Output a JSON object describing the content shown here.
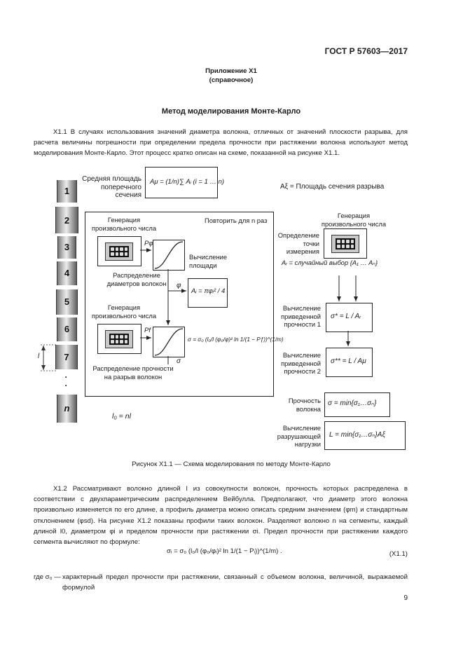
{
  "header": {
    "standard": "ГОСТ Р 57603—2017"
  },
  "appendix": {
    "title": "Приложение Х1",
    "subtitle": "(справочное)"
  },
  "section_title": "Метод моделирования Монте-Карло",
  "para_x11": "Х1.1  В случаях использования значений диаметра волокна, отличных от значений плоскости разрыва, для расчета величины погрешности при определении предела прочности при растяжении волокна используют метод моделирования Монте-Карло. Этот процесс кратко описан на схеме, показанной на рисунке Х1.1.",
  "diagram": {
    "segments": [
      "1",
      "2",
      "3",
      "4",
      "5",
      "6",
      "7",
      "n"
    ],
    "dots": "·\n·",
    "segment_length": "l",
    "fiber_length": "l₀ = nl",
    "avg_area_label": "Средняя площадь поперечного сечения",
    "avg_area_formula": "Aμ = (1/n)∑ Aᵢ (i = 1 … n)",
    "rupture_area_label": "Aξ = Площадь сечения разрыва",
    "repeat_label": "Повторить для n раз",
    "rng_label_1": "Генерация произвольного числа",
    "p_phi": "Pφ",
    "area_calc_label": "Вычисление площади",
    "diam_dist_label": "Распределение диаметров волокон",
    "phi": "φ",
    "area_formula": "Aᵢ = πφᵢ² / 4",
    "rng_label_2": "Генерация произвольного числа",
    "p_f": "Pf",
    "sigma_formula": "σ = σ₀ (l₀/l (φ₀/φ)² ln 1/(1 − Pƒ))^(1/m)",
    "sigma": "σ",
    "strength_dist_label": "Распределение прочности на разрыв волокон",
    "rng_label_3": "Генерация произвольного числа",
    "measure_point_label": "Определение точки измерения",
    "random_pick": "Aᵣ = случайный выбор {A₁ … Aₙ}",
    "reduced_strength_1_label": "Вычисление приведенной прочности 1",
    "reduced_strength_1_formula": "σ* = L / Aᵣ",
    "reduced_strength_2_label": "Вычисление приведенной прочности 2",
    "reduced_strength_2_formula": "σ** = L / Aμ",
    "fiber_strength_label": "Прочность волокна",
    "fiber_strength_formula": "σ = min{σ₁…σₙ}",
    "breaking_load_label": "Вычисление разрушающей нагрузки",
    "breaking_load_formula": "L = min{σ₁…σₙ}Aξ"
  },
  "figure_caption": "Рисунок Х1.1 — Схема моделирования по методу Монте-Карло",
  "para_x12": "Х1.2  Рассматривают волокно длиной l из совокупности волокон, прочность которых распределена в соответствии с двухпараметрическим распределением Вейбулла. Предполагают, что диаметр этого волокна произвольно изменяется по его длине, а профиль диаметра можно описать средним значением (φm) и стандартным отклонением (φsd). На рисунке Х1.2 показаны профили таких волокон. Разделяют волокно n на сегменты, каждый длиной l0, диаметром φi и пределом прочности при растяжении σi. Предел прочности при растяжении каждого сегмента вычисляют по формуле:",
  "equation": {
    "formula": "σᵢ = σ₀ (l₀/l (φ₀/φᵢ)² ln 1/(1 − Pᵢ))^(1/m) .",
    "number": "(Х1.1)"
  },
  "where": {
    "symbol": "где σ₀ —",
    "text": "характерный предел прочности при растяжении, связанный с объемом волокна, величиной, выражаемой формулой"
  },
  "page_number": "9"
}
